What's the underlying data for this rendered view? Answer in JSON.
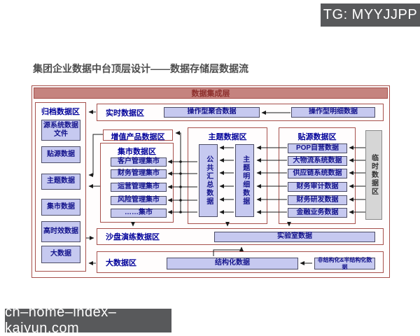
{
  "badges": {
    "top": "TG: MYYJJPP",
    "bottom": "cn–home–index–kaiyun.com"
  },
  "title": "集团企业数据中台顶层设计——数据存储层数据流",
  "diagram": {
    "header": "数据集成层",
    "archive": {
      "label": "归档数据区",
      "items": [
        "源系统数据文件",
        "贴源数据",
        "主题数据",
        "集市数据",
        "高时效数据",
        "大数据"
      ]
    },
    "realtime": {
      "label": "实时数据区",
      "boxes": [
        "操作型聚合数据",
        "操作型明细数据"
      ]
    },
    "value_added": {
      "label": "增值产品数据区"
    },
    "mart": {
      "label": "集市数据区",
      "items": [
        "客户管理集市",
        "财务管理集市",
        "运营管理集市",
        "风险管理集市",
        "……集市"
      ]
    },
    "subject": {
      "label": "主题数据区",
      "boxes": [
        "公共汇总数据",
        "主题明细数据"
      ]
    },
    "source": {
      "label": "贴源数据区",
      "items": [
        "POP自营数据",
        "大物流系统数据",
        "供应链系统数据",
        "财务审计数据",
        "财务研发数据",
        "金融业务数据"
      ]
    },
    "temp": {
      "label": "临时数据区"
    },
    "sandbox": {
      "label": "沙盘演练数据区",
      "box": "实验室数据"
    },
    "bigdata": {
      "label": "大数据区",
      "boxes": [
        "结构化数据",
        "非结构化&半结构化数据"
      ]
    }
  },
  "colors": {
    "header_bg": "#c5837f",
    "header_text": "#8d2f2c",
    "section_border": "#a6504b",
    "box_fill": "#c6c9f0",
    "box_border": "#4d4d66",
    "label_text": "#00009a",
    "temp_bg": "#d6d6d6",
    "badge_bg": "#58595b",
    "wire": "#1a1a1a"
  }
}
